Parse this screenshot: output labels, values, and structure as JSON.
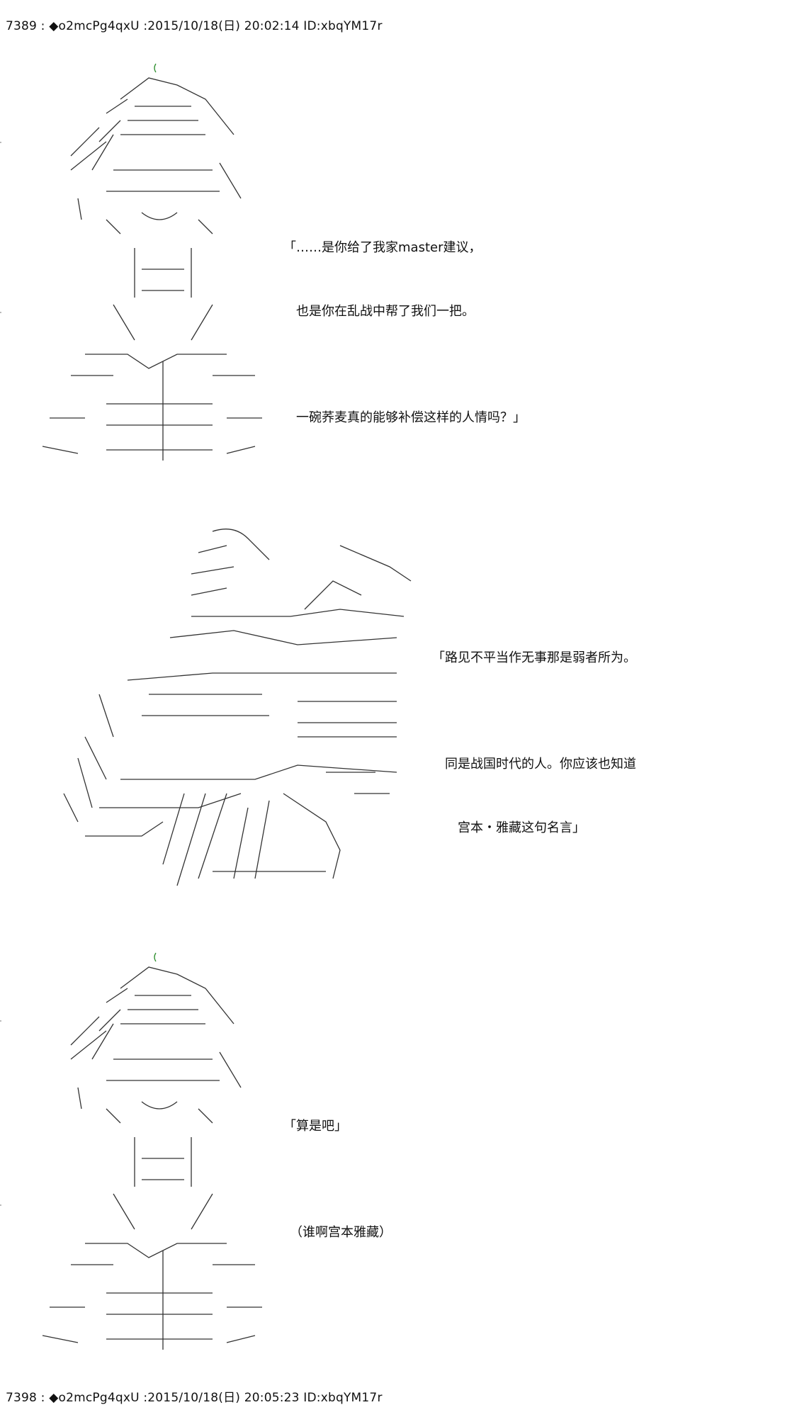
{
  "posts": [
    {
      "header": "7389 : ◆o2mcPg4qxU :2015/10/18(日) 20:02:14 ID:xbqYM17r"
    },
    {
      "header": "7398 : ◆o2mcPg4qxU :2015/10/18(日) 20:05:23 ID:xbqYM17r"
    }
  ],
  "panels": [
    {
      "lines": [
        "「……是你给了我家master建议，",
        "　也是你在乱战中帮了我们一把。",
        "",
        "　一碗荞麦真的能够补偿这样的人情吗？」"
      ]
    },
    {
      "lines": [
        "「路见不平当作无事那是弱者所为。",
        "",
        "　同是战国时代的人。你应该也知道",
        "　　宫本・雅藏这句名言」"
      ]
    },
    {
      "lines": [
        "「算是吧」",
        "",
        "　（谁啊宫本雅藏）"
      ]
    }
  ],
  "colors": {
    "text": "#111111",
    "art": "#333333",
    "accent_green": "#2f8f2f"
  }
}
